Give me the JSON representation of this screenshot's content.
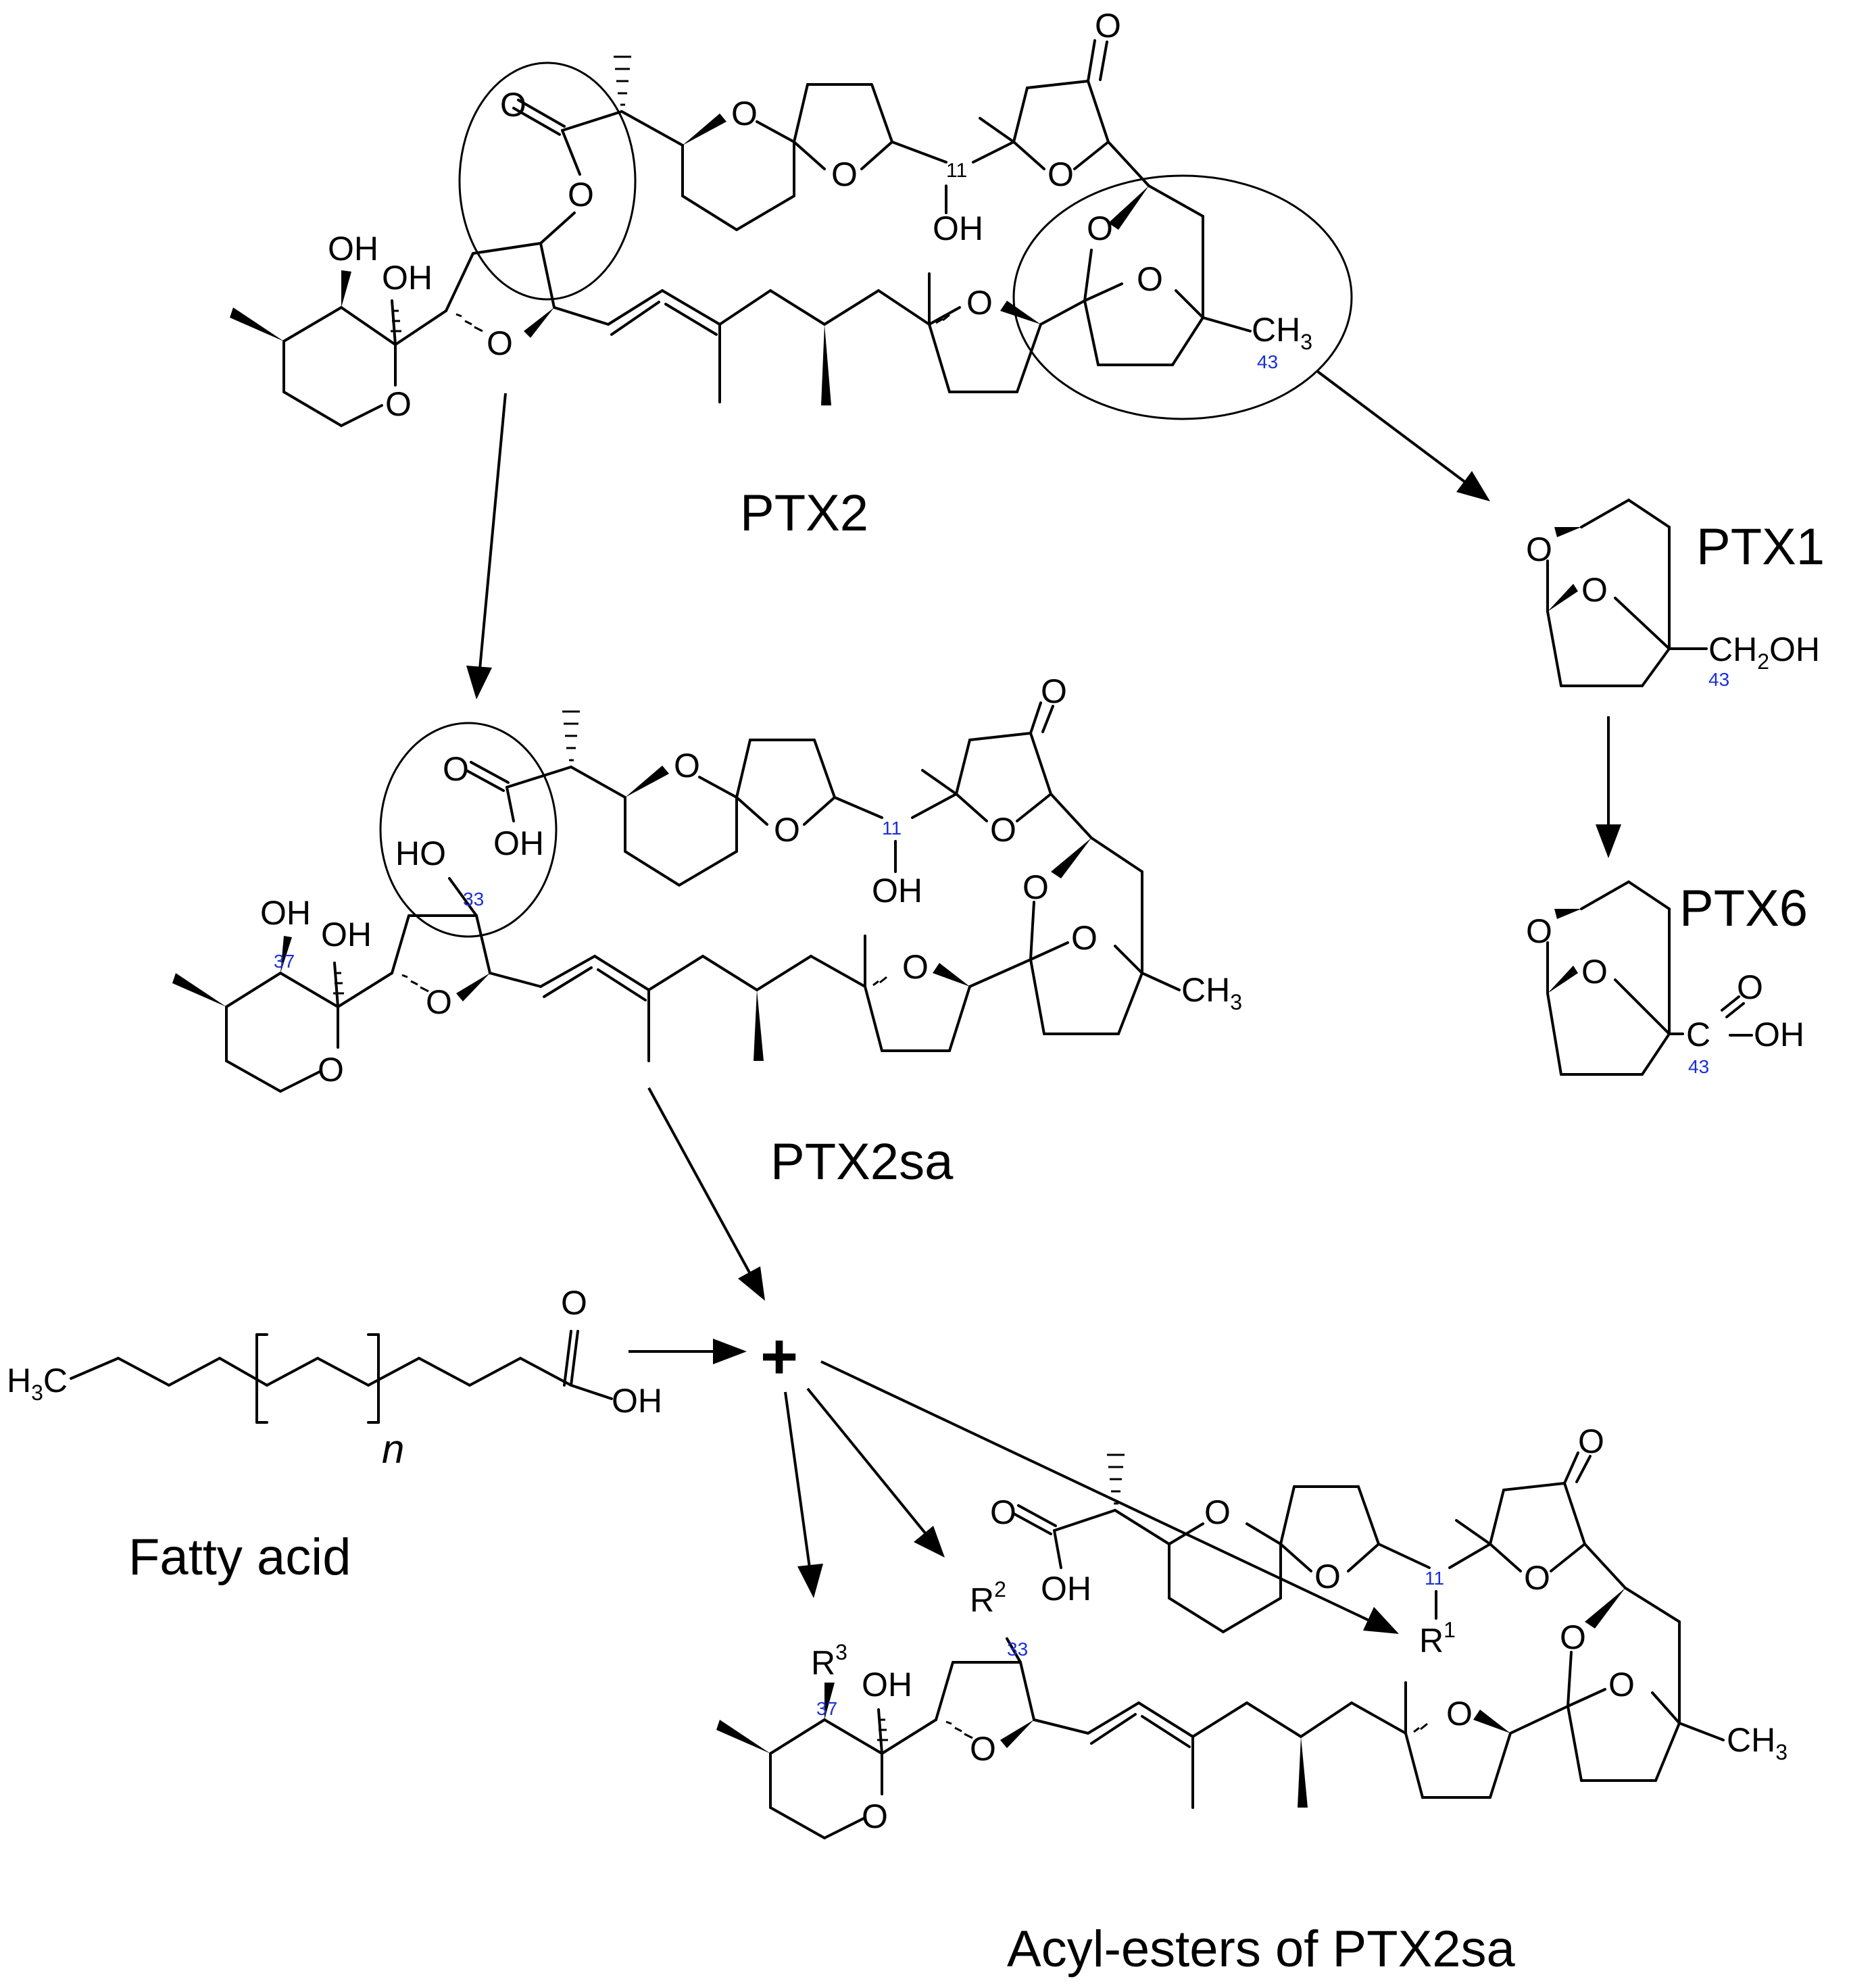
{
  "compounds": {
    "ptx2": "PTX2",
    "ptx2sa": "PTX2sa",
    "ptx1": "PTX1",
    "ptx6": "PTX6",
    "fatty_acid": "Fatty acid",
    "acyl_esters": "Acyl-esters of PTX2sa"
  },
  "plus_sign": "+",
  "fatty_acid_repeat": "n",
  "atoms": {
    "oxygen": "O",
    "hydroxyl": "OH",
    "hydroxyl_rev": "HO",
    "methyl": "CH",
    "methyl_sub": "3",
    "ch2": "CH",
    "ch2_sub": "2",
    "carbon": "C",
    "h3c_h": "H",
    "h3c_c": "C",
    "r": "R",
    "r1_sup": "1",
    "r2_sup": "2",
    "r3_sup": "3"
  },
  "positions": {
    "c11": "11",
    "c33": "33",
    "c37": "37",
    "c43": "43"
  },
  "colors": {
    "position_number": "#1b2fd6",
    "ink": "#000000"
  }
}
